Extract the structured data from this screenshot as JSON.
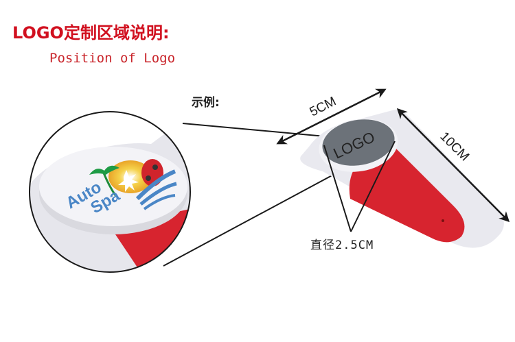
{
  "header": {
    "title_cn": "LOGO定制区域说明:",
    "title_en": "Position of Logo"
  },
  "example": {
    "label": "示例:"
  },
  "product": {
    "logo_placeholder": "LOGO",
    "logo_color": "#6c7279",
    "body_color": "#e9e9ef",
    "strip_color": "#d7242f"
  },
  "dimensions": {
    "width_label": "5CM",
    "length_label": "10CM",
    "diameter_label": "直径2.5CM"
  },
  "zoom_view": {
    "logo_text_line1": "Auto",
    "logo_text_line2": "Spa",
    "logo_text_color": "#4a86c6"
  },
  "colors": {
    "title_red": "#d1101f",
    "line_black": "#1a1a1a",
    "background": "#ffffff"
  }
}
